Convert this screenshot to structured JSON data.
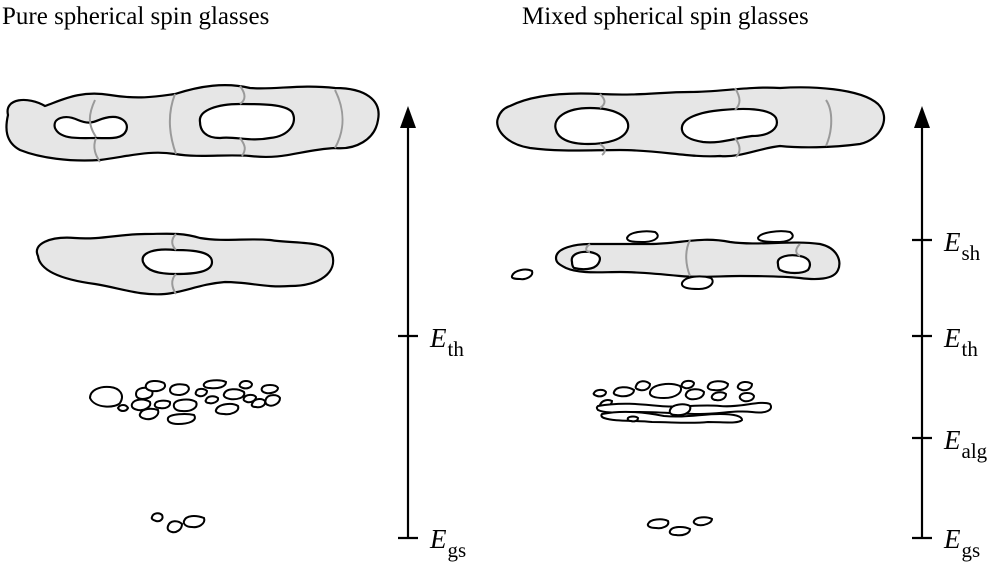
{
  "panels": {
    "left": {
      "title": "Pure spherical spin glasses"
    },
    "right": {
      "title": "Mixed spherical spin glasses"
    }
  },
  "levels": {
    "left": [
      {
        "symbol": "E",
        "sub": "th"
      },
      {
        "symbol": "E",
        "sub": "gs"
      }
    ],
    "right": [
      {
        "symbol": "E",
        "sub": "sh"
      },
      {
        "symbol": "E",
        "sub": "th"
      },
      {
        "symbol": "E",
        "sub": "alg"
      },
      {
        "symbol": "E",
        "sub": "gs"
      }
    ]
  },
  "colors": {
    "region_fill": "#e6e6e6",
    "cut_line": "#9a9a9a",
    "ink": "#000000"
  }
}
